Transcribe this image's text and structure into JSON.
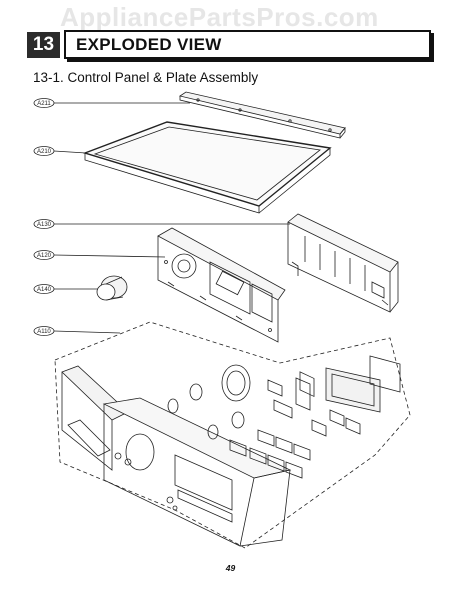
{
  "watermark": "AppliancePartsPros.com",
  "section": {
    "number": "13",
    "title": "EXPLODED VIEW"
  },
  "subheading": "13-1. Control Panel & Plate Assembly",
  "callouts": [
    {
      "label": "A211"
    },
    {
      "label": "A210"
    },
    {
      "label": "A130"
    },
    {
      "label": "A120"
    },
    {
      "label": "A140"
    },
    {
      "label": "A110"
    }
  ],
  "page_number": "49"
}
